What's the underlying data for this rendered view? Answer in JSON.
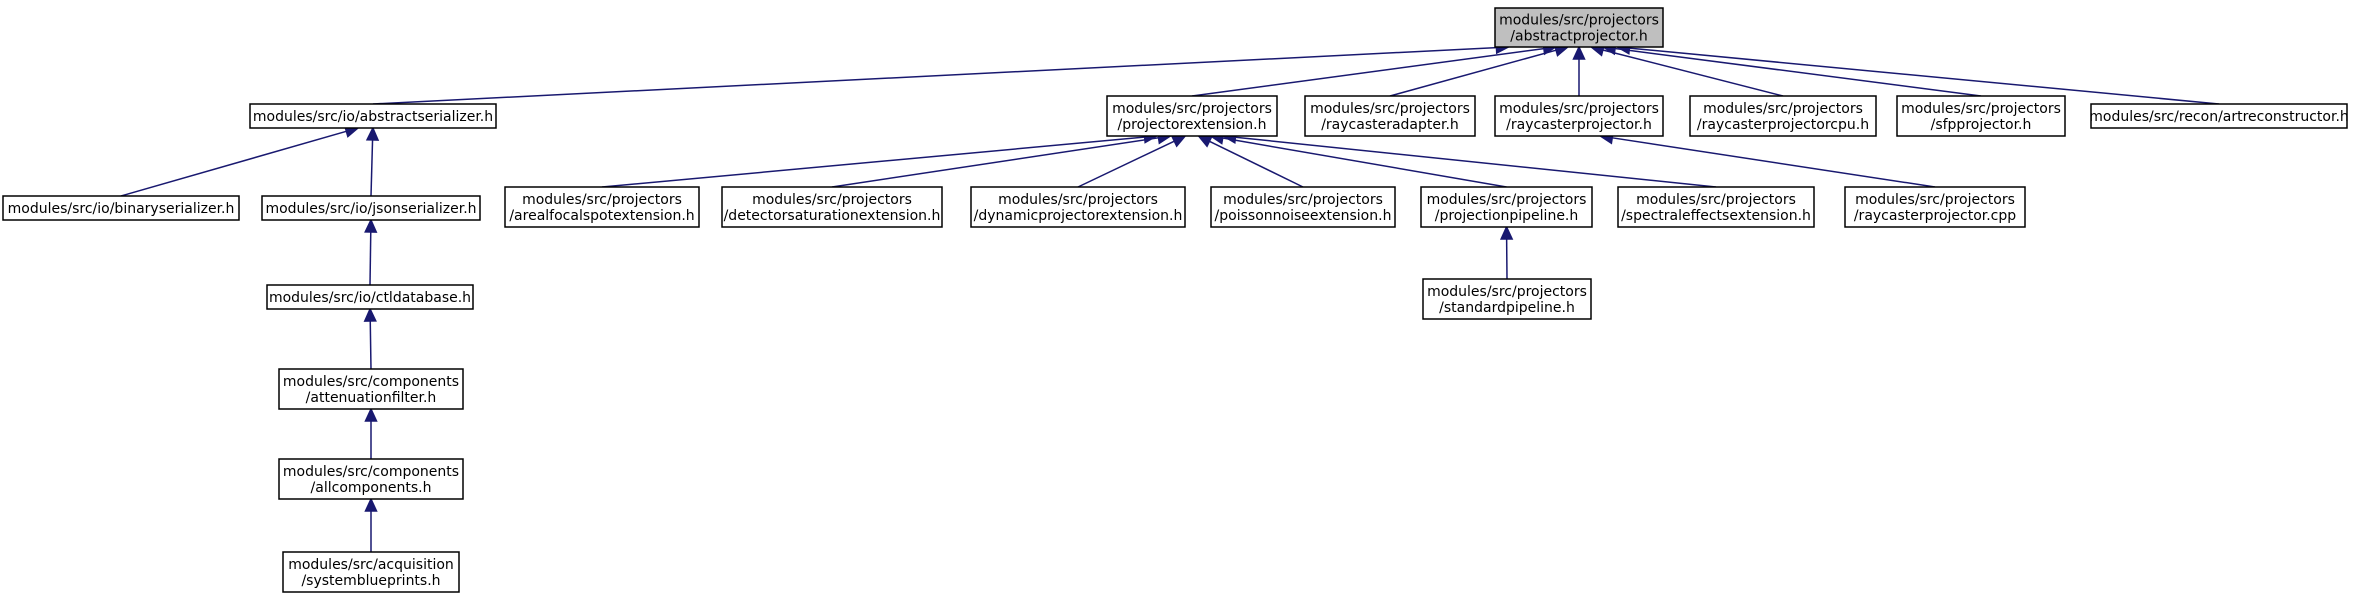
{
  "colors": {
    "edge": "#191970",
    "focus_fill": "#bfbfbf",
    "node_fill": "#ffffff",
    "border": "#000000"
  },
  "nodes": {
    "abstractprojector": {
      "lines": [
        "modules/src/projectors",
        "/abstractprojector.h"
      ],
      "focus": true
    },
    "abstractserializer": {
      "lines": [
        "modules/src/io/abstractserializer.h"
      ]
    },
    "binaryserializer": {
      "lines": [
        "modules/src/io/binaryserializer.h"
      ]
    },
    "jsonserializer": {
      "lines": [
        "modules/src/io/jsonserializer.h"
      ]
    },
    "ctldatabase": {
      "lines": [
        "modules/src/io/ctldatabase.h"
      ]
    },
    "attenuationfilter": {
      "lines": [
        "modules/src/components",
        "/attenuationfilter.h"
      ]
    },
    "allcomponents": {
      "lines": [
        "modules/src/components",
        "/allcomponents.h"
      ]
    },
    "systemblueprints": {
      "lines": [
        "modules/src/acquisition",
        "/systemblueprints.h"
      ]
    },
    "projectorextension": {
      "lines": [
        "modules/src/projectors",
        "/projectorextension.h"
      ]
    },
    "raycasteradapter": {
      "lines": [
        "modules/src/projectors",
        "/raycasteradapter.h"
      ]
    },
    "raycasterprojector_h": {
      "lines": [
        "modules/src/projectors",
        "/raycasterprojector.h"
      ]
    },
    "raycasterprojectorcpu": {
      "lines": [
        "modules/src/projectors",
        "/raycasterprojectorcpu.h"
      ]
    },
    "sfpprojector": {
      "lines": [
        "modules/src/projectors",
        "/sfpprojector.h"
      ]
    },
    "artreconstructor": {
      "lines": [
        "modules/src/recon/artreconstructor.h"
      ]
    },
    "arealfocalspot": {
      "lines": [
        "modules/src/projectors",
        "/arealfocalspotextension.h"
      ]
    },
    "detectorsaturation": {
      "lines": [
        "modules/src/projectors",
        "/detectorsaturationextension.h"
      ]
    },
    "dynamicprojector": {
      "lines": [
        "modules/src/projectors",
        "/dynamicprojectorextension.h"
      ]
    },
    "poissonnoise": {
      "lines": [
        "modules/src/projectors",
        "/poissonnoiseextension.h"
      ]
    },
    "projectionpipeline": {
      "lines": [
        "modules/src/projectors",
        "/projectionpipeline.h"
      ]
    },
    "spectraleffects": {
      "lines": [
        "modules/src/projectors",
        "/spectraleffectsextension.h"
      ]
    },
    "raycasterprojector_cpp": {
      "lines": [
        "modules/src/projectors",
        "/raycasterprojector.cpp"
      ]
    },
    "standardpipeline": {
      "lines": [
        "modules/src/projectors",
        "/standardpipeline.h"
      ]
    }
  },
  "edges": [
    {
      "from": "abstractserializer",
      "to": "abstractprojector"
    },
    {
      "from": "projectorextension",
      "to": "abstractprojector"
    },
    {
      "from": "raycasteradapter",
      "to": "abstractprojector"
    },
    {
      "from": "raycasterprojector_h",
      "to": "abstractprojector"
    },
    {
      "from": "raycasterprojectorcpu",
      "to": "abstractprojector"
    },
    {
      "from": "sfpprojector",
      "to": "abstractprojector"
    },
    {
      "from": "artreconstructor",
      "to": "abstractprojector"
    },
    {
      "from": "binaryserializer",
      "to": "abstractserializer"
    },
    {
      "from": "jsonserializer",
      "to": "abstractserializer"
    },
    {
      "from": "ctldatabase",
      "to": "jsonserializer"
    },
    {
      "from": "attenuationfilter",
      "to": "ctldatabase"
    },
    {
      "from": "allcomponents",
      "to": "attenuationfilter"
    },
    {
      "from": "systemblueprints",
      "to": "allcomponents"
    },
    {
      "from": "arealfocalspot",
      "to": "projectorextension"
    },
    {
      "from": "detectorsaturation",
      "to": "projectorextension"
    },
    {
      "from": "dynamicprojector",
      "to": "projectorextension"
    },
    {
      "from": "poissonnoise",
      "to": "projectorextension"
    },
    {
      "from": "projectionpipeline",
      "to": "projectorextension"
    },
    {
      "from": "spectraleffects",
      "to": "projectorextension"
    },
    {
      "from": "raycasterprojector_cpp",
      "to": "raycasterprojector_h"
    },
    {
      "from": "standardpipeline",
      "to": "projectionpipeline"
    }
  ]
}
